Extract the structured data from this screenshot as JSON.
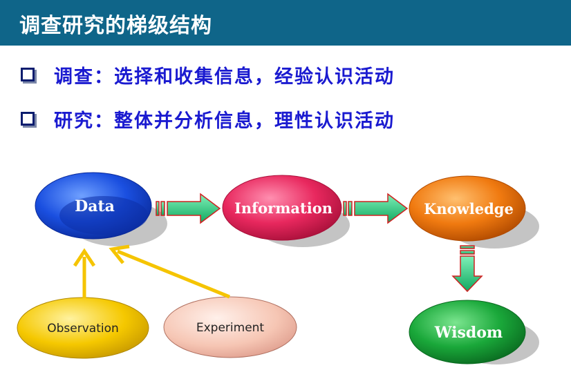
{
  "title": "调查研究的梯级结构",
  "bullets": [
    "调查：选择和收集信息，经验认识活动",
    "研究：整体并分析信息，理性认识活动"
  ],
  "nodes": {
    "data": "Data",
    "information": "Information",
    "knowledge": "Knowledge",
    "wisdom": "Wisdom",
    "observation": "Observation",
    "experiment": "Experiment"
  },
  "colors": {
    "title_bar": "#0f6589",
    "bullet_text": "#1a1ad0",
    "data": "#1a4fe0",
    "information": "#e8285e",
    "knowledge": "#f07a10",
    "wisdom": "#1aa83a",
    "observation": "#f5c800",
    "experiment": "#f6c6b4",
    "arrow_fill": "#22c27a",
    "arrow_stroke": "#d02020",
    "yellow_arrow": "#f5c400"
  }
}
